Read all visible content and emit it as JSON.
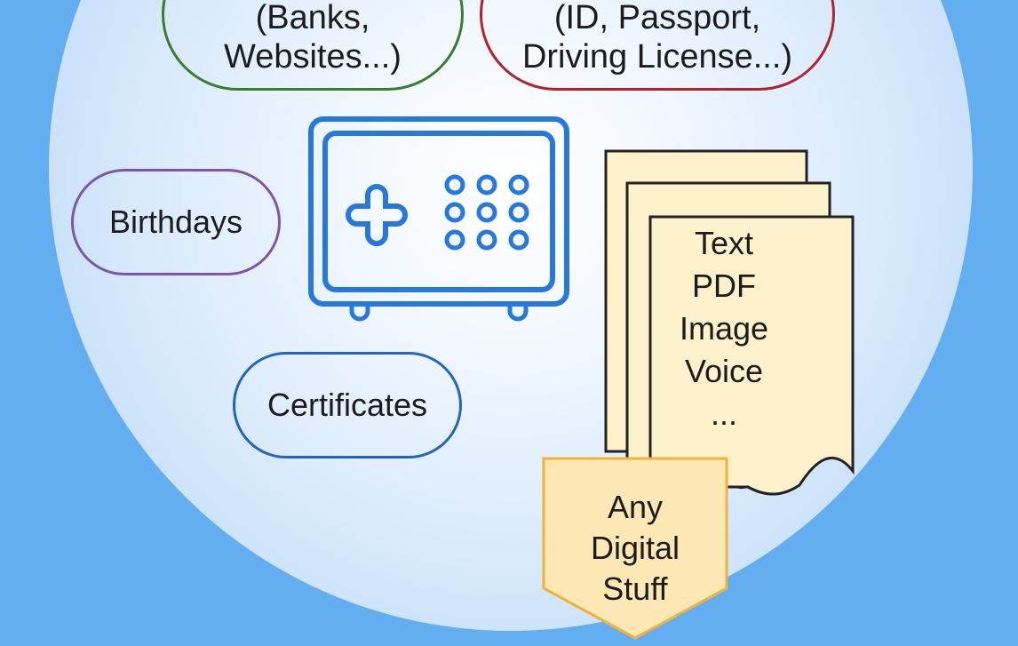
{
  "pills": {
    "banks": [
      "(Banks,",
      "Websites...)"
    ],
    "ids": [
      "(ID, Passport,",
      "Driving License...)"
    ],
    "birthdays": "Birthdays",
    "certificates": "Certificates"
  },
  "documents": {
    "types": [
      "Text",
      "PDF",
      "Image",
      "Voice",
      "..."
    ]
  },
  "tag": {
    "lines": [
      "Any",
      "Digital",
      "Stuff"
    ]
  },
  "colors": {
    "background": "#63aef0",
    "safe": "#2478e0",
    "banks_border": "#3a7d2e",
    "ids_border": "#b0232a",
    "birthdays_border": "#7c55ad",
    "certificates_border": "#2363c4",
    "paper_fill": "#fdf1cb",
    "tag_fill": "#fde7b4",
    "tag_border": "#f0b23a"
  }
}
